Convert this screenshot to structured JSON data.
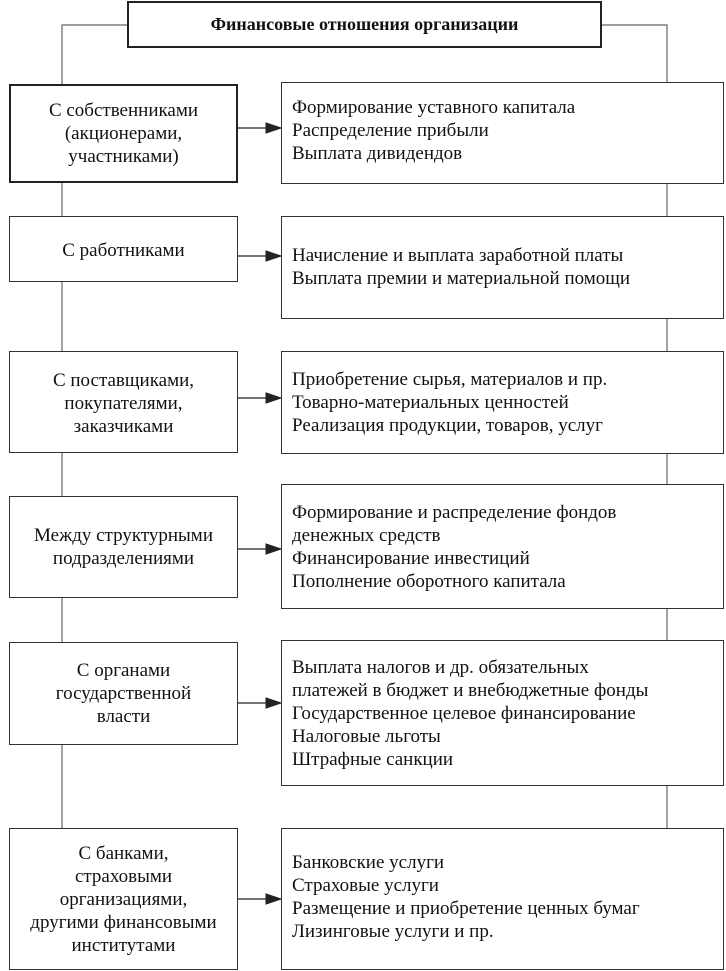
{
  "title": "Финансовые отношения организации",
  "rows": [
    {
      "left": [
        "С собственниками",
        "(акционерами,",
        "участниками)"
      ],
      "right": [
        "Формирование уставного капитала",
        "Распределение прибыли",
        "Выплата дивидендов"
      ]
    },
    {
      "left": [
        "С работниками"
      ],
      "right": [
        "Начисление и выплата заработной платы",
        "Выплата премии и материальной помощи"
      ]
    },
    {
      "left": [
        "С поставщиками,",
        "покупателями,",
        "заказчиками"
      ],
      "right": [
        "Приобретение сырья, материалов и пр.",
        "Товарно-материальных ценностей",
        "Реализация продукции, товаров, услуг"
      ]
    },
    {
      "left": [
        "Между структурными",
        "подразделениями"
      ],
      "right": [
        "Формирование и распределение фондов",
        "денежных средств",
        "Финансирование инвестиций",
        "Пополнение оборотного капитала"
      ]
    },
    {
      "left": [
        "С органами",
        "государственной",
        "власти"
      ],
      "right": [
        "Выплата налогов и др. обязательных",
        "платежей в бюджет и внебюджетные фонды",
        "Государственное целевое финансирование",
        "Налоговые льготы",
        "Штрафные санкции"
      ]
    },
    {
      "left": [
        "С банками,",
        "страховыми",
        "организациями,",
        "другими финансовыми",
        "институтами"
      ],
      "right": [
        "Банковские услуги",
        "Страховые услуги",
        "Размещение и приобретение ценных бумаг",
        "Лизинговые услуги и пр."
      ]
    }
  ]
}
